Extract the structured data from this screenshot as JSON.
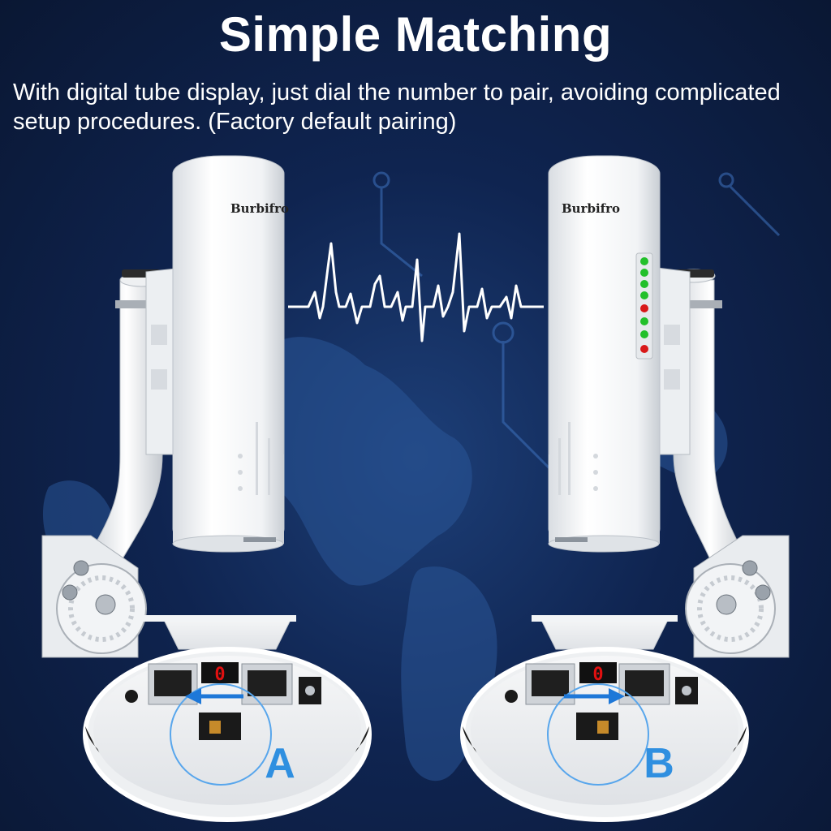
{
  "header": {
    "title": "Simple Matching",
    "subtitle": "With digital tube display, just dial the number to pair, avoiding complicated setup procedures. (Factory default pairing)"
  },
  "devices": [
    {
      "brand": "Burbifro",
      "pair_label": "A",
      "display_digit": "0",
      "arrow_direction": "left"
    },
    {
      "brand": "Burbifro",
      "pair_label": "B",
      "display_digit": "0",
      "arrow_direction": "right"
    }
  ],
  "colors": {
    "background": "#0f2450",
    "label_blue": "#2f8fe0",
    "display_red": "#e01010",
    "led_green": "#22c02a",
    "led_red": "#d81818",
    "arrow_blue": "#1e78d8"
  },
  "icons": [
    "signal-wave-icon",
    "left-arrow-icon",
    "right-arrow-icon"
  ]
}
